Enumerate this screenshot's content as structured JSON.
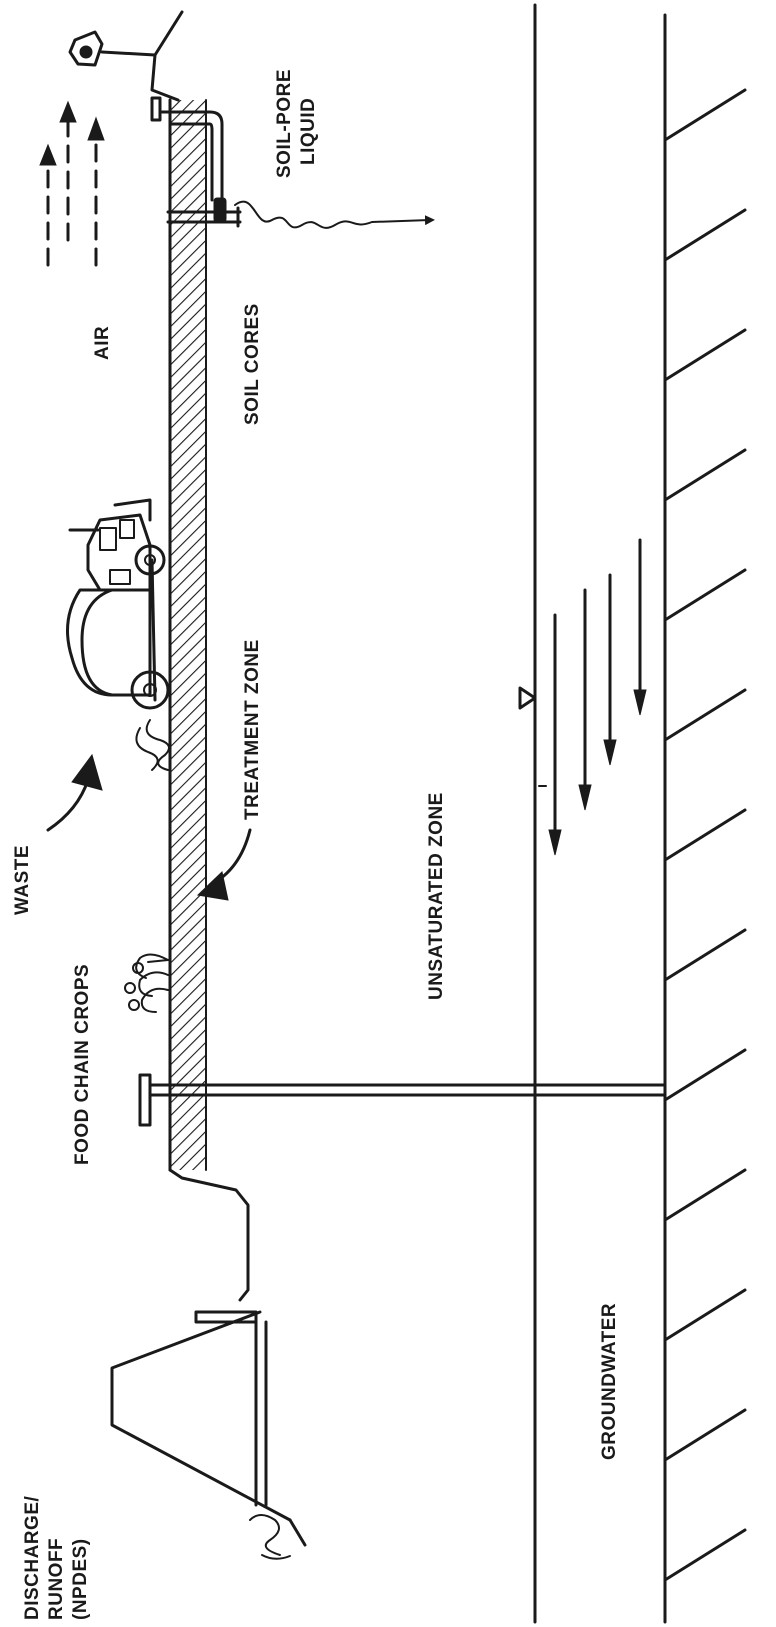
{
  "labels": {
    "discharge_line1": "DISCHARGE/",
    "discharge_line2": "RUNOFF",
    "discharge_line3": "(NPDES)",
    "food_chain_crops": "FOOD CHAIN CROPS",
    "waste": "WASTE",
    "treatment_zone": "TREATMENT ZONE",
    "air": "AIR",
    "soil_cores": "SOIL CORES",
    "soil_pore_line1": "SOIL-PORE",
    "soil_pore_line2": "LIQUID",
    "unsaturated_zone": "UNSATURATED ZONE",
    "groundwater": "GROUNDWATER"
  },
  "colors": {
    "ink": "#1a1a1a",
    "background": "#ffffff"
  }
}
